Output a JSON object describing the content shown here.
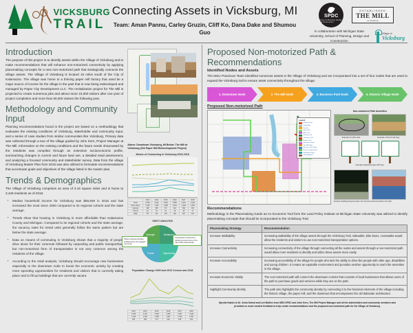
{
  "header": {
    "logo": {
      "line1": "VICKSBURG",
      "line2": "TRAIL"
    },
    "title": "Connecting Assets in Vicksburg, MI",
    "team": "Team: Aman Pannu, Carley Gruzin, Cliff Ko, Dana Dake and Shumou Guo",
    "spdc_name": "SPDC",
    "spdc_sub": "School of Planning, Design and Construction",
    "mill_roof": "ESTABLISHED",
    "mill_name": "THE MILL",
    "mill_sub": "at vicksburg",
    "collaboration": "In collaboration with Michigan State University, School of Planning, Design and Construction",
    "village_small": "Village of",
    "village_name": "Vicksburg"
  },
  "left": {
    "intro_title": "Introduction",
    "intro_text": "The purpose of this project is to identify assets within the Village of Vicksburg and to make recommendations that will enhance non-motorized connectivity by applying placemaking concepts for a new non-motorized path that strategically connects the village assets. The Village of Vicksburg is located 15 miles south of the City of Kalamazoo. The village was home to a thriving paper mill factory that used be a major source of income for the village in the past that is now being redeveloped and managed by Paper City Development LLC. The revitalization project for The Mill is projected to create numerous jobs and attract more 15,000 visitors after one year of project completion and more than 50,000 visitors the following year.",
    "method_title": "Methodology and Community Input",
    "method_text": "Planning recommendations found in the project are based on a methodology that evaluates the existing conditions of Vicksburg, stakeholder and community input, and a series of case studies from similar communities like Vicksburg. Primary data was collected through a tour of the village guided by John Kern, Project Manager at The Mill. Information on the existing conditions and the future needs showcased by the residents was compiled through an extensive socioeconomic profile, summarizing changes in current and future land use, a detailed retail assessment, and analyzing a focused community and stakeholder survey. Data from the village of Vicksburg Master Plan from 2015 was also utilized to formulate recommendations that accentuate goals and objectives of the village listed in the master plan.",
    "trends_title": "Trends & Demographics",
    "trends_intro": "The Village of Vicksburg comprises an area of 3.15 square miles and is home to 3,449 residents as of 2018.",
    "trends_bullets": [
      "Median household income for Vicksburg was $55,949 in 2015 and has increased the most since 2000 compared to its regional cohorts and the state average.",
      "Trends show that housing in Vicksburg is more affordable than Kalamazoo County and Michigan. Compared to its regional cohorts and the state average, the vacancy rates for rental units generally follow the same pattern but are below the state average.",
      "Data on means of commuting in Vicksburg shows that a majority of people drive alone for their commute followed by carpooling and public transport/taxi but non-motorized form of transportation is not very common among the residents of the village.",
      "According to the retail analysis, Vicksburg should encourage new businesses especially to the downtown node to boost the economic activity by creating more spending opportunities for residents and visitors that is currently taking place and to fill up buildings that are currently vacant."
    ]
  },
  "mid": {
    "photo_caption": "Above: Downtown Vicksburg, MI Below: The Mill at Vicksburg (Old Paper Mill Redevelopment Project)",
    "chart1_title": "Means of Commuting in Vicksburg 2015-2018",
    "chart2_title": "SWOT ANALYSIS",
    "chart3_title": "Population Change 2000 and 2010 Census and 2018",
    "swot": [
      "Strength",
      "Weakness",
      "Threat",
      "Opportunity"
    ],
    "swot_note_right": "Transportation infrastructure Attracting tourists Future of the mill Limited retail selection",
    "swot_note_left": "Historic downtown Existing buildings Active and engaged community",
    "table_years": [
      "2013",
      "2014",
      "2015",
      "2016",
      "2017",
      "2018"
    ],
    "table_rows": [
      [
        "Total",
        "3,159",
        "3,241",
        "3,318",
        "3,365",
        "3,401",
        "3,449"
      ],
      [
        "Drive alone",
        "1,220",
        "1,261",
        "1,289",
        "1,301",
        "1,330",
        "1,351"
      ],
      [
        "Carpool",
        "180",
        "185",
        "171",
        "164",
        "158",
        "152"
      ],
      [
        "Transit",
        "22",
        "24",
        "21",
        "19",
        "18",
        "17"
      ],
      [
        "Walk",
        "117",
        "121",
        "118",
        "120",
        "118",
        "119"
      ],
      [
        "Bike",
        "8",
        "11",
        "10",
        "12",
        "11",
        "12"
      ],
      [
        "Work at home",
        "130",
        "62",
        "68",
        "72",
        "80",
        "86"
      ]
    ]
  },
  "right": {
    "section_title": "Proposed Non-motorized Path & Recommendations",
    "nodes_heading": "Identified Nodes and Assets",
    "nodes_text": "The MSU Practicum Team identified numerous assets in the Village of Vicksburg  and are incorporated into a set of four nodes that are used to expand the Vicksburg trail to ensure asset connectivity throughout the village.",
    "nodes": [
      {
        "label": "1. Downtown Node",
        "color": "#d957d6"
      },
      {
        "label": "2. The Mill Node",
        "color": "#f5a11e"
      },
      {
        "label": "3. Business Park Node",
        "color": "#3fa9e0"
      },
      {
        "label": "4. Historic Village Node",
        "color": "#69c36a"
      }
    ],
    "path_heading": "Proposed Non-motorized Path",
    "map_legend_title": "Legend",
    "map_legend": [
      {
        "label": "proposed trail",
        "color": "#e04a2f"
      },
      {
        "label": "Study Area",
        "color": "#b9b9b9"
      },
      {
        "label": "Pavilion",
        "color": "#f5a11e"
      },
      {
        "label": "Mixed Use",
        "color": "#7bd36a"
      },
      {
        "label": "Bike Lane",
        "color": "#c45fd0"
      },
      {
        "label": "Existing Trail",
        "color": "#2f7a4a"
      },
      {
        "label": "Vicksburg Trail",
        "color": "#e03030"
      },
      {
        "label": "Nature Trail",
        "color": "#5aa84f"
      },
      {
        "label": "Downtown Node",
        "color": "#d957d6"
      },
      {
        "label": "The Mill Node",
        "color": "#e08030"
      },
      {
        "label": "Business Park Node",
        "color": "#4f82c8"
      },
      {
        "label": "Historic Village Node",
        "color": "#69c36a"
      },
      {
        "label": "Wayfinding Signs",
        "color": "#2aa198"
      },
      {
        "label": "Seating/Bench",
        "color": "#7a6a5a"
      }
    ],
    "amenities_heading": "Non-motorized Path Amenities",
    "amenity_photos": [
      {
        "caption": "Example of a bike rack."
      },
      {
        "caption": "Example of bench with logo."
      }
    ],
    "signs_caption": "Example wayfinding signs with logo.",
    "bottom_caption": "Example of lighting along the path on the left and a trails art festival on the right.",
    "rec_heading": "Recommendations",
    "rec_text": "Methodology in the Placemaking Guide as An Economic Tool form the Land Policy Institute at Michigan State University was  utilized to identify placemaking concepts that should be incorporated to the Vicksburg Trail.",
    "table_headers": [
      "Placemaking Strategy",
      "Recommendation"
    ],
    "table_rows": [
      {
        "strategy": "Increase Walkability",
        "recommendation": "Increasing walkability of the village assets through the Vicksburg Trail, sidewalks, bike lanes, crosswalks would allow the residents and visitors to use non-motorized transportation options."
      },
      {
        "strategy": "Increase Connectivity",
        "recommendation": "Increasing connectivity of the village through connecting all the nodes and assets through a non-motorized path would allow more residents to identify and utilize these assets more easily."
      },
      {
        "strategy": "Increase Accessibility",
        "recommendation": "Increasing accessibility of the village for people who lack the ability to drive like people with older age, disabilities and young children. It creates an equitable environment and provides another opportunity to reach the amenities in the village."
      },
      {
        "strategy": "Increase Economic Vitality",
        "recommendation": "The non-motorized path will connect the downtown corridor that consists of local businesses  that allows users of the path to purchase goods and services while they are on the path."
      },
      {
        "strategy": "Highlight Community Identity",
        "recommendation": "The path also highlights the community identity by connecting it to the historical elements of the village including the historic village, the paper mill, and the downtown that encompasses the old Italianate architecture."
      }
    ],
    "thanks": "Special thanks to Dr. Zenia Kotval and Lori Mullins from MSU SPDC and John Kern, The Mill Project Manager and all the stakeholders and community members who provided us much needed feedback to help create recommendations and the proposed non-motorized path for the Village of Vicksburg."
  }
}
